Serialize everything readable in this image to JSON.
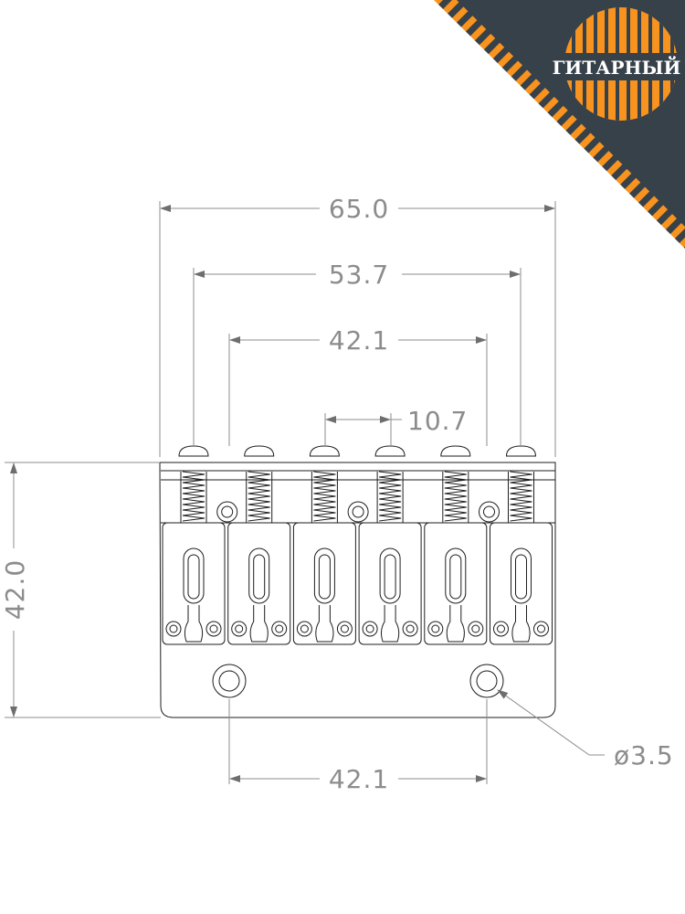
{
  "dimensions": {
    "overall_width": "65.0",
    "outer_string_spacing": "53.7",
    "inner_span": "42.1",
    "saddle_pitch": "10.7",
    "height": "42.0",
    "mount_hole_spacing": "42.1",
    "hole_diameter": "ø3.5"
  },
  "brand": {
    "name": "ГИТАРНЫЙ",
    "dark_color": "#37414a",
    "accent_color": "#f7931e"
  },
  "colors": {
    "line": "#1e1e1e",
    "dimension": "#8c8c8c"
  },
  "saddle_count": 6
}
